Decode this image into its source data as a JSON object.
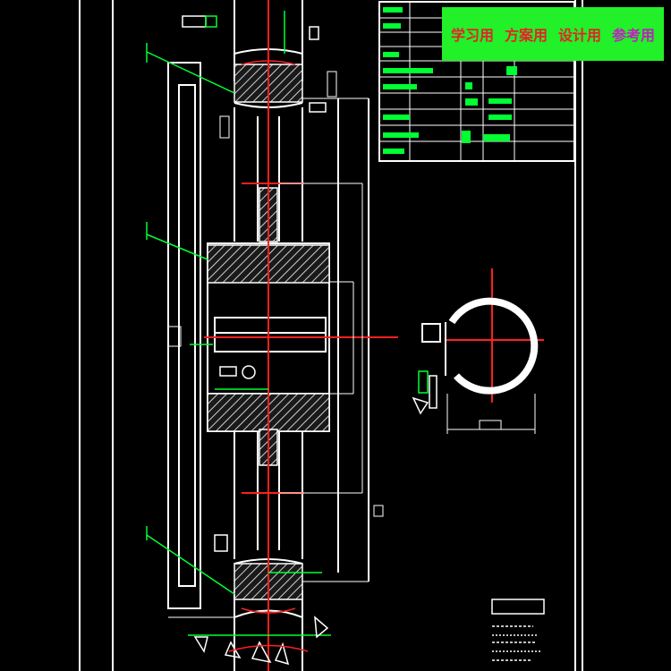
{
  "banner": {
    "background": "#22f028",
    "labels": [
      {
        "text": "学习用",
        "color": "#e8202a"
      },
      {
        "text": "方案用",
        "color": "#e8202a"
      },
      {
        "text": "设计用",
        "color": "#e8202a"
      },
      {
        "text": "参考用",
        "color": "#c020c0"
      }
    ]
  },
  "colors": {
    "outline": "#ffffff",
    "dimension": "#00ff33",
    "centerline": "#ff2020",
    "hatch": "#cfcfcf",
    "cyan": "#00e0ff",
    "background": "#000000"
  }
}
